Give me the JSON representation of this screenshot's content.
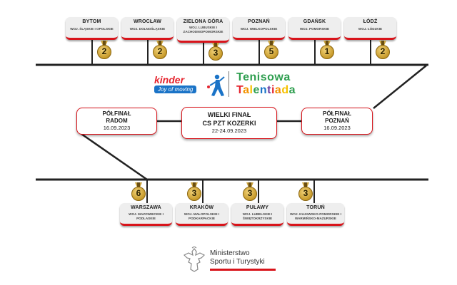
{
  "top_cities": [
    {
      "name": "BYTOM",
      "sub": "WOJ. ŚLĄSKIE I OPOLSKIE",
      "count": "2"
    },
    {
      "name": "WROCŁAW",
      "sub": "WOJ. DOLNOŚLĄSKIE",
      "count": "2"
    },
    {
      "name": "ZIELONA GÓRA",
      "sub": "WOJ. LUBUSKIE I ZACHODNIOPOMORSKIE",
      "count": "3"
    },
    {
      "name": "POZNAŃ",
      "sub": "WOJ. WIELKOPOLSKIE",
      "count": "5"
    },
    {
      "name": "GDAŃSK",
      "sub": "WOJ. POMORSKIE",
      "count": "1"
    },
    {
      "name": "ŁÓDŹ",
      "sub": "WOJ. ŁÓDZKIE",
      "count": "2"
    }
  ],
  "bottom_cities": [
    {
      "name": "WARSZAWA",
      "sub": "WOJ. MAZOWIECKIE I PODLASKIE",
      "count": "6"
    },
    {
      "name": "KRAKÓW",
      "sub": "WOJ. MAŁOPOLSKIE I PODKARPACKIE",
      "count": "3"
    },
    {
      "name": "PUŁAWY",
      "sub": "WOJ. LUBELSKIE I ŚWIĘTOKRZYSKIE",
      "count": "3"
    },
    {
      "name": "TORUŃ",
      "sub": "WOJ. KUJAWSKO-POMORSKIE I WARMIŃSKO-MAZURSKIE",
      "count": "3"
    }
  ],
  "semifinal_left": {
    "title": "PÓŁFINAŁ",
    "city": "RADOM",
    "date": "16.09.2023"
  },
  "semifinal_right": {
    "title": "PÓŁFINAŁ",
    "city": "POZNAŃ",
    "date": "16.09.2023"
  },
  "final": {
    "line1": "WIELKI FINAŁ",
    "line2": "CS PZT KOZERKI",
    "date": "22-24.09.2023"
  },
  "logo": {
    "kinder": "kinder",
    "tagline": "Joy of moving",
    "line1": "Tenisowa",
    "line2": "Talentiada"
  },
  "ministry": {
    "line1": "Ministerstwo",
    "line2": "Sportu i Turystyki"
  },
  "colors": {
    "accent": "#d8141b",
    "line": "#222222",
    "gold": "#c79a2a",
    "green": "#2e9e4f",
    "blue": "#1a73c7"
  }
}
